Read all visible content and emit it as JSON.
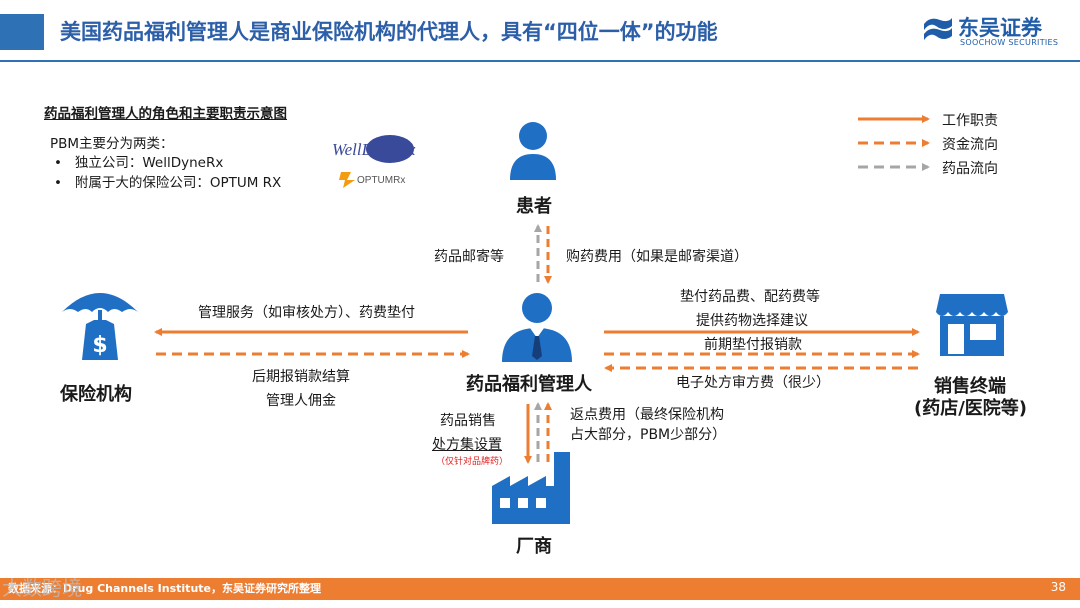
{
  "header": {
    "title": "美国药品福利管理人是商业保险机构的代理人，具有“四位一体”的功能",
    "brand_name": "东吴证券",
    "brand_en": "SOOCHOW SECURITIES"
  },
  "figure": {
    "subtitle": "药品福利管理人的角色和主要职责示意图",
    "pbm_intro": "PBM主要分为两类：",
    "pbm_types": [
      "独立公司：WellDyneRx",
      "附属于大的保险公司：OPTUM RX"
    ],
    "logo_welldyne": "WellDyneRx",
    "logo_optum": "OPTUMRx"
  },
  "legend": [
    {
      "label": "工作职责",
      "style": "solid",
      "color": "#ed7d31"
    },
    {
      "label": "资金流向",
      "style": "dashed",
      "color": "#ed7d31"
    },
    {
      "label": "药品流向",
      "style": "dashed",
      "color": "#a6a6a6"
    }
  ],
  "nodes": {
    "patient": "患者",
    "insurer": "保险机构",
    "pbm": "药品福利管理人",
    "retail_line1": "销售终端",
    "retail_line2": "(药店/医院等)",
    "manufacturer": "厂商"
  },
  "flows": {
    "pbm_to_patient": "药品邮寄等",
    "patient_to_pbm": "购药费用（如果是邮寄渠道）",
    "insurer_mgmt": "管理服务（如审核处方）、药费垫付",
    "insurer_settle_1": "后期报销款结算",
    "insurer_settle_2": "管理人佣金",
    "retail_1": "垫付药品费、配药费等",
    "retail_2": "提供药物选择建议",
    "retail_3": "前期垫付报销款",
    "retail_4": "电子处方审方费（很少）",
    "mfr_1": "药品销售",
    "mfr_2": "处方集设置",
    "mfr_note": "（仅针对品牌药）",
    "rebate_1": "返点费用（最终保险机构",
    "rebate_2": "占大部分，PBM少部分）"
  },
  "colors": {
    "accent_orange": "#ed7d31",
    "drug_gray": "#a6a6a6",
    "icon_blue": "#1f6fc5",
    "header_blue": "#2e72b5"
  },
  "footer": {
    "source": "数据来源：Drug Channels Institute，东吴证券研究所整理",
    "page": "38",
    "watermark": "大数跨境"
  }
}
